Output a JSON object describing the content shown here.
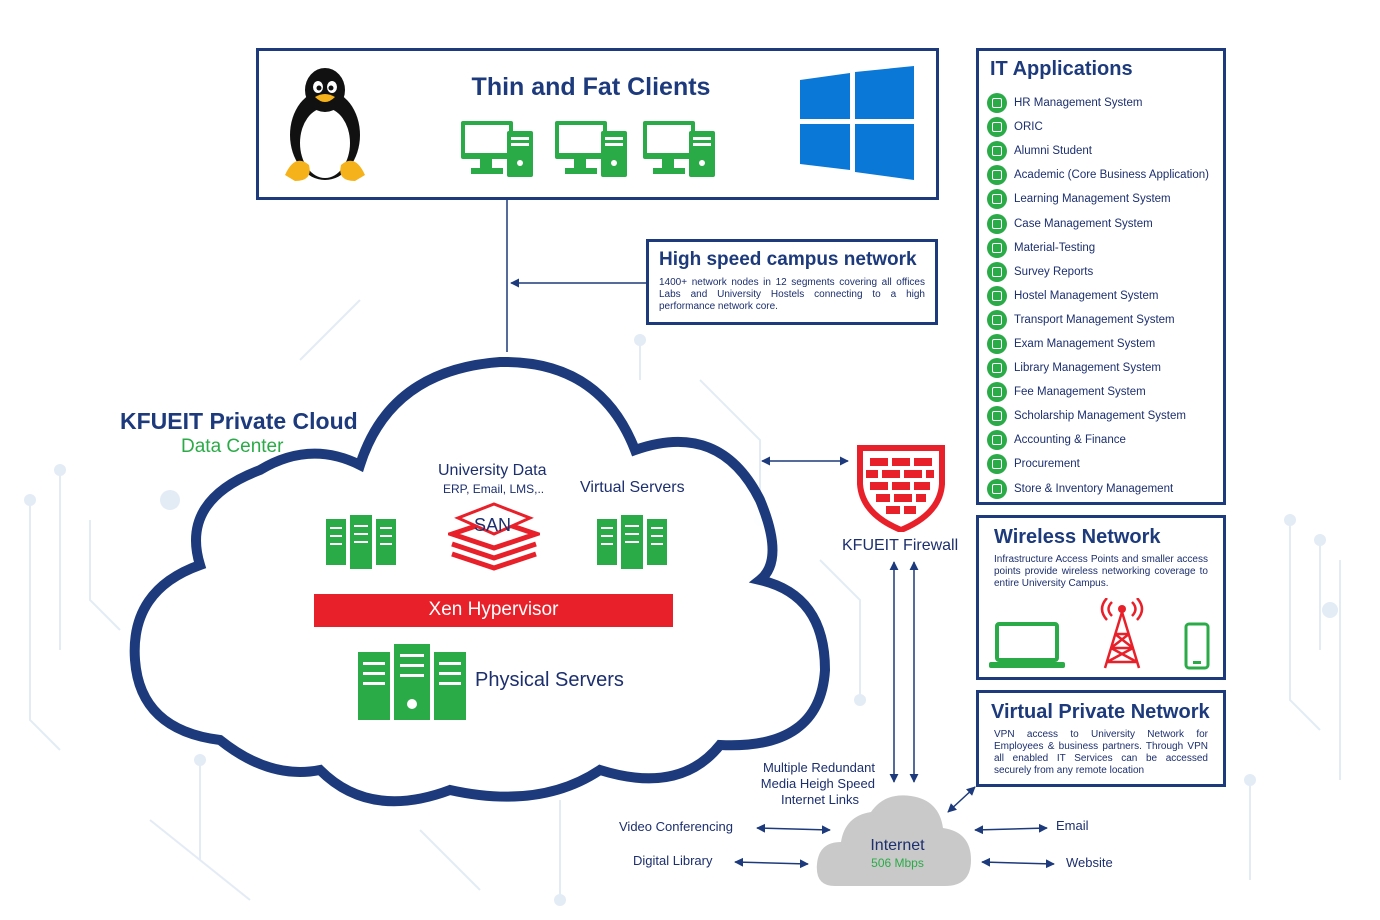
{
  "clients": {
    "title": "Thin and Fat Clients",
    "icons": [
      "linux-tux-icon",
      "desktop-computer-icon",
      "windows-logo-icon"
    ]
  },
  "campus_network": {
    "title": "High speed campus network",
    "description": "1400+ network nodes in 12 segments covering all offices Labs and University  Hostels connecting to a high performance network core."
  },
  "it_applications": {
    "title": "IT Applications",
    "items": [
      "HR Management System",
      "ORIC",
      "Alumni Student",
      "Academic (Core Business Application)",
      "Learning Management System",
      "Case Management System",
      "Material-Testing",
      "Survey Reports",
      "Hostel Management System",
      "Transport Management System",
      "Exam Management System",
      "Library Management System",
      "Fee Management System",
      "Scholarship Management System",
      "Accounting & Finance",
      "Procurement",
      "Store & Inventory Management"
    ]
  },
  "private_cloud": {
    "title": "KFUEIT Private Cloud",
    "subtitle": "Data Center",
    "university_data": "University Data",
    "university_data_sub": "ERP, Email, LMS,..",
    "san_label": "SAN",
    "virtual_servers": "Virtual Servers",
    "hypervisor": "Xen Hypervisor",
    "physical_servers": "Physical Servers"
  },
  "firewall": {
    "label": "KFUEIT Firewall"
  },
  "wireless": {
    "title": "Wireless Network",
    "description": "Infrastructure Access Points and smaller access points provide wireless networking coverage to entire University Campus."
  },
  "vpn": {
    "title": "Virtual Private Network",
    "description": "VPN access to University Network for Employees & business partners. Through VPN all enabled IT Services can be accessed securely from any remote location"
  },
  "internet": {
    "label": "Internet",
    "speed": "506 Mbps",
    "links_label_1": "Multiple Redundant",
    "links_label_2": "Media Heigh Speed",
    "links_label_3": "Internet Links",
    "services": {
      "video_conferencing": "Video Conferencing",
      "digital_library": "Digital Library",
      "email": "Email",
      "website": "Website"
    }
  },
  "colors": {
    "navy": "#1c3a7c",
    "green": "#2bab48",
    "red": "#e8202a",
    "gray_cloud": "#c9c9c9",
    "windows_blue": "#0a78d7"
  }
}
